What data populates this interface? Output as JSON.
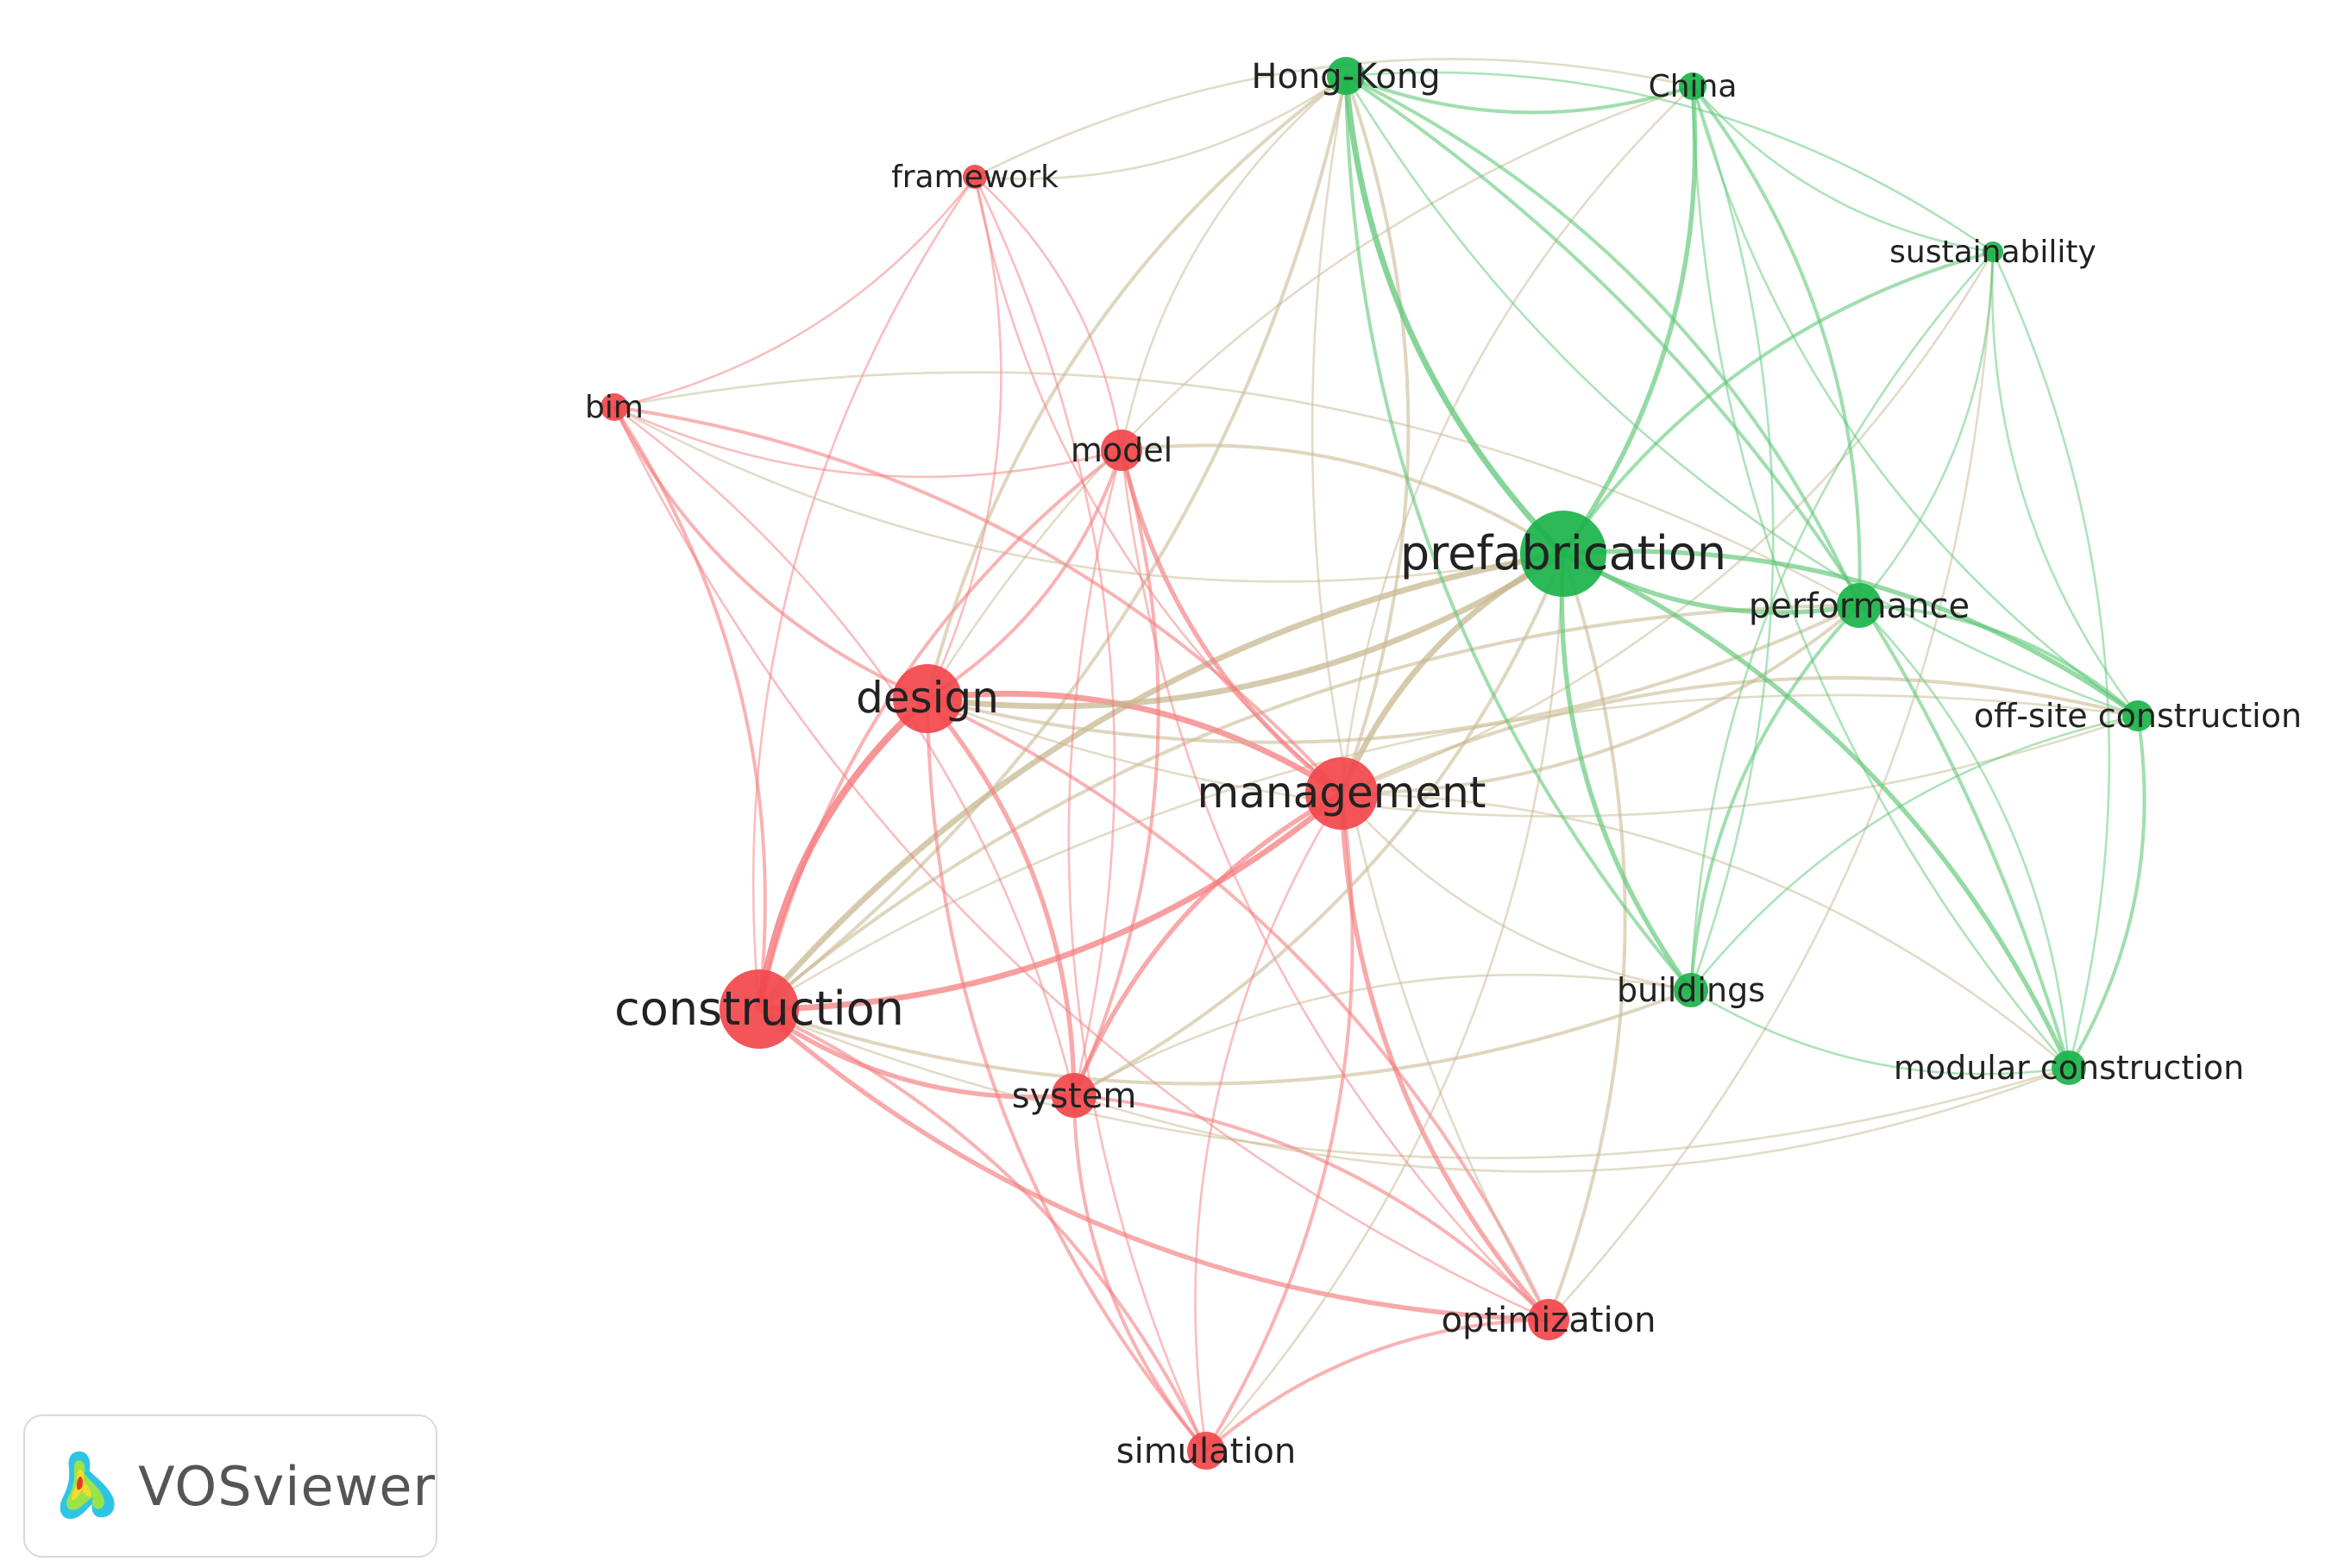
{
  "colors": {
    "cluster_red": "#f2474b",
    "cluster_green": "#1bb34a",
    "link_red": "#f57c7e",
    "link_green": "#5cc774",
    "link_mixed": "#c8b890"
  },
  "nodes": [
    {
      "id": "construction",
      "label": "construction",
      "cluster": "red",
      "weight": 10
    },
    {
      "id": "design",
      "label": "design",
      "cluster": "red",
      "weight": 7
    },
    {
      "id": "management",
      "label": "management",
      "cluster": "red",
      "weight": 8
    },
    {
      "id": "model",
      "label": "model",
      "cluster": "red",
      "weight": 4
    },
    {
      "id": "bim",
      "label": "bim",
      "cluster": "red",
      "weight": 3
    },
    {
      "id": "framework",
      "label": "framework",
      "cluster": "red",
      "weight": 2
    },
    {
      "id": "system",
      "label": "system",
      "cluster": "red",
      "weight": 5
    },
    {
      "id": "simulation",
      "label": "simulation",
      "cluster": "red",
      "weight": 4
    },
    {
      "id": "optimization",
      "label": "optimization",
      "cluster": "red",
      "weight": 4
    },
    {
      "id": "prefabrication",
      "label": "prefabrication",
      "cluster": "green",
      "weight": 10
    },
    {
      "id": "hongkong",
      "label": "Hong-Kong",
      "cluster": "green",
      "weight": 4
    },
    {
      "id": "china",
      "label": "China",
      "cluster": "green",
      "weight": 3
    },
    {
      "id": "sustainability",
      "label": "sustainability",
      "cluster": "green",
      "weight": 2
    },
    {
      "id": "performance",
      "label": "performance",
      "cluster": "green",
      "weight": 4
    },
    {
      "id": "offsite",
      "label": "off-site construction",
      "cluster": "green",
      "weight": 3
    },
    {
      "id": "buildings",
      "label": "buildings",
      "cluster": "green",
      "weight": 3
    },
    {
      "id": "modular",
      "label": "modular construction",
      "cluster": "green",
      "weight": 3
    }
  ],
  "links": [
    [
      "construction",
      "design",
      5
    ],
    [
      "construction",
      "management",
      4
    ],
    [
      "construction",
      "model",
      2
    ],
    [
      "construction",
      "bim",
      2
    ],
    [
      "construction",
      "framework",
      1
    ],
    [
      "construction",
      "system",
      3
    ],
    [
      "construction",
      "simulation",
      2
    ],
    [
      "construction",
      "optimization",
      3
    ],
    [
      "construction",
      "prefabrication",
      4
    ],
    [
      "construction",
      "hongkong",
      2
    ],
    [
      "construction",
      "performance",
      2
    ],
    [
      "construction",
      "buildings",
      2
    ],
    [
      "construction",
      "offsite",
      1
    ],
    [
      "construction",
      "modular",
      1
    ],
    [
      "design",
      "management",
      4
    ],
    [
      "design",
      "model",
      2
    ],
    [
      "design",
      "bim",
      2
    ],
    [
      "design",
      "framework",
      1
    ],
    [
      "design",
      "system",
      3
    ],
    [
      "design",
      "simulation",
      2
    ],
    [
      "design",
      "optimization",
      2
    ],
    [
      "design",
      "prefabrication",
      4
    ],
    [
      "design",
      "hongkong",
      2
    ],
    [
      "design",
      "performance",
      2
    ],
    [
      "design",
      "china",
      1
    ],
    [
      "design",
      "offsite",
      1
    ],
    [
      "management",
      "model",
      3
    ],
    [
      "management",
      "bim",
      2
    ],
    [
      "management",
      "framework",
      1
    ],
    [
      "management",
      "system",
      3
    ],
    [
      "management",
      "simulation",
      2
    ],
    [
      "management",
      "optimization",
      3
    ],
    [
      "management",
      "prefabrication",
      4
    ],
    [
      "management",
      "hongkong",
      2
    ],
    [
      "management",
      "china",
      1
    ],
    [
      "management",
      "performance",
      2
    ],
    [
      "management",
      "offsite",
      2
    ],
    [
      "management",
      "buildings",
      1
    ],
    [
      "management",
      "modular",
      1
    ],
    [
      "management",
      "sustainability",
      1
    ],
    [
      "model",
      "bim",
      1
    ],
    [
      "model",
      "framework",
      1
    ],
    [
      "model",
      "system",
      2
    ],
    [
      "model",
      "simulation",
      1
    ],
    [
      "model",
      "prefabrication",
      2
    ],
    [
      "model",
      "optimization",
      1
    ],
    [
      "model",
      "hongkong",
      1
    ],
    [
      "bim",
      "framework",
      1
    ],
    [
      "bim",
      "system",
      1
    ],
    [
      "bim",
      "prefabrication",
      1
    ],
    [
      "bim",
      "performance",
      1
    ],
    [
      "bim",
      "optimization",
      1
    ],
    [
      "framework",
      "system",
      1
    ],
    [
      "framework",
      "hongkong",
      1
    ],
    [
      "framework",
      "china",
      1
    ],
    [
      "system",
      "simulation",
      2
    ],
    [
      "system",
      "optimization",
      2
    ],
    [
      "system",
      "prefabrication",
      2
    ],
    [
      "system",
      "buildings",
      1
    ],
    [
      "system",
      "modular",
      1
    ],
    [
      "simulation",
      "optimization",
      2
    ],
    [
      "simulation",
      "prefabrication",
      1
    ],
    [
      "simulation",
      "management",
      1
    ],
    [
      "optimization",
      "prefabrication",
      2
    ],
    [
      "optimization",
      "hongkong",
      1
    ],
    [
      "optimization",
      "sustainability",
      1
    ],
    [
      "prefabrication",
      "hongkong",
      4
    ],
    [
      "prefabrication",
      "china",
      3
    ],
    [
      "prefabrication",
      "sustainability",
      2
    ],
    [
      "prefabrication",
      "performance",
      3
    ],
    [
      "prefabrication",
      "offsite",
      3
    ],
    [
      "prefabrication",
      "buildings",
      3
    ],
    [
      "prefabrication",
      "modular",
      3
    ],
    [
      "hongkong",
      "china",
      2
    ],
    [
      "hongkong",
      "performance",
      2
    ],
    [
      "hongkong",
      "buildings",
      2
    ],
    [
      "hongkong",
      "modular",
      2
    ],
    [
      "hongkong",
      "offsite",
      1
    ],
    [
      "hongkong",
      "sustainability",
      1
    ],
    [
      "china",
      "sustainability",
      1
    ],
    [
      "china",
      "performance",
      2
    ],
    [
      "china",
      "offsite",
      1
    ],
    [
      "china",
      "buildings",
      1
    ],
    [
      "china",
      "modular",
      1
    ],
    [
      "sustainability",
      "performance",
      1
    ],
    [
      "sustainability",
      "offsite",
      1
    ],
    [
      "sustainability",
      "modular",
      1
    ],
    [
      "sustainability",
      "buildings",
      1
    ],
    [
      "performance",
      "offsite",
      2
    ],
    [
      "performance",
      "buildings",
      2
    ],
    [
      "performance",
      "modular",
      1
    ],
    [
      "offsite",
      "buildings",
      1
    ],
    [
      "offsite",
      "modular",
      2
    ],
    [
      "buildings",
      "modular",
      1
    ]
  ],
  "badge": {
    "text": "VOSviewer",
    "logo_icon": "vosviewer-logo-icon"
  }
}
